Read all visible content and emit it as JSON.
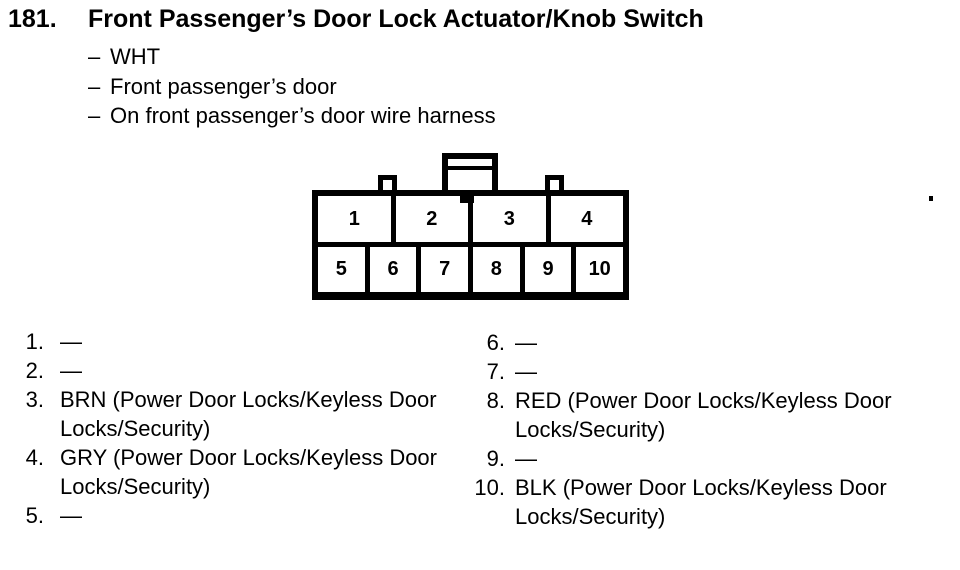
{
  "header": {
    "number": "181.",
    "title": "Front Passenger’s Door Lock Actuator/Knob Switch",
    "bullet_char": "–",
    "attributes": [
      "WHT",
      "Front passenger’s door",
      "On front passenger’s door wire harness"
    ]
  },
  "connector": {
    "top_pins": [
      "1",
      "2",
      "3",
      "4"
    ],
    "bottom_pins": [
      "5",
      "6",
      "7",
      "8",
      "9",
      "10"
    ]
  },
  "pin_list": {
    "left": [
      {
        "num": "1.",
        "desc": "—"
      },
      {
        "num": "2.",
        "desc": "—"
      },
      {
        "num": "3.",
        "desc": "BRN (Power Door Locks/Keyless Door Locks/Security)"
      },
      {
        "num": "4.",
        "desc": "GRY (Power Door Locks/Keyless Door Locks/Security)"
      },
      {
        "num": "5.",
        "desc": "—"
      }
    ],
    "right": [
      {
        "num": "6.",
        "desc": "—"
      },
      {
        "num": "7.",
        "desc": "—"
      },
      {
        "num": "8.",
        "desc": "RED (Power Door Locks/Keyless Door Locks/Security)"
      },
      {
        "num": "9.",
        "desc": "—"
      },
      {
        "num": "10.",
        "desc": "BLK (Power Door Locks/Keyless Door Locks/Security)"
      }
    ]
  },
  "colors": {
    "ink": "#000000",
    "paper": "#ffffff"
  }
}
